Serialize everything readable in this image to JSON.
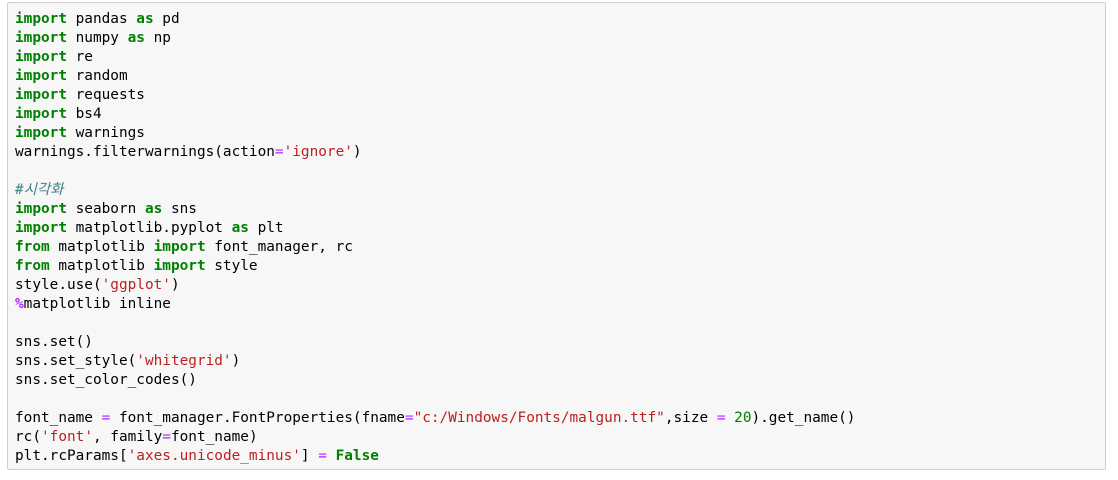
{
  "cell": {
    "lines": [
      [
        {
          "t": "import",
          "c": "kw"
        },
        {
          "t": " pandas ",
          "c": "pl"
        },
        {
          "t": "as",
          "c": "kw"
        },
        {
          "t": " pd",
          "c": "pl"
        }
      ],
      [
        {
          "t": "import",
          "c": "kw"
        },
        {
          "t": " numpy ",
          "c": "pl"
        },
        {
          "t": "as",
          "c": "kw"
        },
        {
          "t": " np",
          "c": "pl"
        }
      ],
      [
        {
          "t": "import",
          "c": "kw"
        },
        {
          "t": " re",
          "c": "pl"
        }
      ],
      [
        {
          "t": "import",
          "c": "kw"
        },
        {
          "t": " random",
          "c": "pl"
        }
      ],
      [
        {
          "t": "import",
          "c": "kw"
        },
        {
          "t": " requests",
          "c": "pl"
        }
      ],
      [
        {
          "t": "import",
          "c": "kw"
        },
        {
          "t": " bs4",
          "c": "pl"
        }
      ],
      [
        {
          "t": "import",
          "c": "kw"
        },
        {
          "t": " warnings",
          "c": "pl"
        }
      ],
      [
        {
          "t": "warnings.filterwarnings(action",
          "c": "pl"
        },
        {
          "t": "=",
          "c": "op"
        },
        {
          "t": "'ignore'",
          "c": "str"
        },
        {
          "t": ")",
          "c": "pl"
        }
      ],
      [],
      [
        {
          "t": "#시각화",
          "c": "cmt"
        }
      ],
      [
        {
          "t": "import",
          "c": "kw"
        },
        {
          "t": " seaborn ",
          "c": "pl"
        },
        {
          "t": "as",
          "c": "kw"
        },
        {
          "t": " sns",
          "c": "pl"
        }
      ],
      [
        {
          "t": "import",
          "c": "kw"
        },
        {
          "t": " matplotlib.pyplot ",
          "c": "pl"
        },
        {
          "t": "as",
          "c": "kw"
        },
        {
          "t": " plt",
          "c": "pl"
        }
      ],
      [
        {
          "t": "from",
          "c": "kw"
        },
        {
          "t": " matplotlib ",
          "c": "pl"
        },
        {
          "t": "import",
          "c": "kw"
        },
        {
          "t": " font_manager, rc",
          "c": "pl"
        }
      ],
      [
        {
          "t": "from",
          "c": "kw"
        },
        {
          "t": " matplotlib ",
          "c": "pl"
        },
        {
          "t": "import",
          "c": "kw"
        },
        {
          "t": " style",
          "c": "pl"
        }
      ],
      [
        {
          "t": "style.use(",
          "c": "pl"
        },
        {
          "t": "'ggplot'",
          "c": "str"
        },
        {
          "t": ")",
          "c": "pl"
        }
      ],
      [
        {
          "t": "%",
          "c": "mag"
        },
        {
          "t": "matplotlib inline",
          "c": "pl"
        }
      ],
      [],
      [
        {
          "t": "sns.set()",
          "c": "pl"
        }
      ],
      [
        {
          "t": "sns.set_style(",
          "c": "pl"
        },
        {
          "t": "'whitegrid'",
          "c": "str"
        },
        {
          "t": ")",
          "c": "pl"
        }
      ],
      [
        {
          "t": "sns.set_color_codes()",
          "c": "pl"
        }
      ],
      [],
      [
        {
          "t": "font_name ",
          "c": "pl"
        },
        {
          "t": "=",
          "c": "op"
        },
        {
          "t": " font_manager.FontProperties(fname",
          "c": "pl"
        },
        {
          "t": "=",
          "c": "op"
        },
        {
          "t": "\"c:/Windows/Fonts/malgun.ttf\"",
          "c": "str"
        },
        {
          "t": ",size ",
          "c": "pl"
        },
        {
          "t": "=",
          "c": "op"
        },
        {
          "t": " ",
          "c": "pl"
        },
        {
          "t": "20",
          "c": "num"
        },
        {
          "t": ").get_name()",
          "c": "pl"
        }
      ],
      [
        {
          "t": "rc(",
          "c": "pl"
        },
        {
          "t": "'font'",
          "c": "str"
        },
        {
          "t": ", family",
          "c": "pl"
        },
        {
          "t": "=",
          "c": "op"
        },
        {
          "t": "font_name)",
          "c": "pl"
        }
      ],
      [
        {
          "t": "plt.rcParams[",
          "c": "pl"
        },
        {
          "t": "'axes.unicode_minus'",
          "c": "str"
        },
        {
          "t": "] ",
          "c": "pl"
        },
        {
          "t": "=",
          "c": "op"
        },
        {
          "t": " ",
          "c": "pl"
        },
        {
          "t": "False",
          "c": "const"
        }
      ]
    ]
  }
}
